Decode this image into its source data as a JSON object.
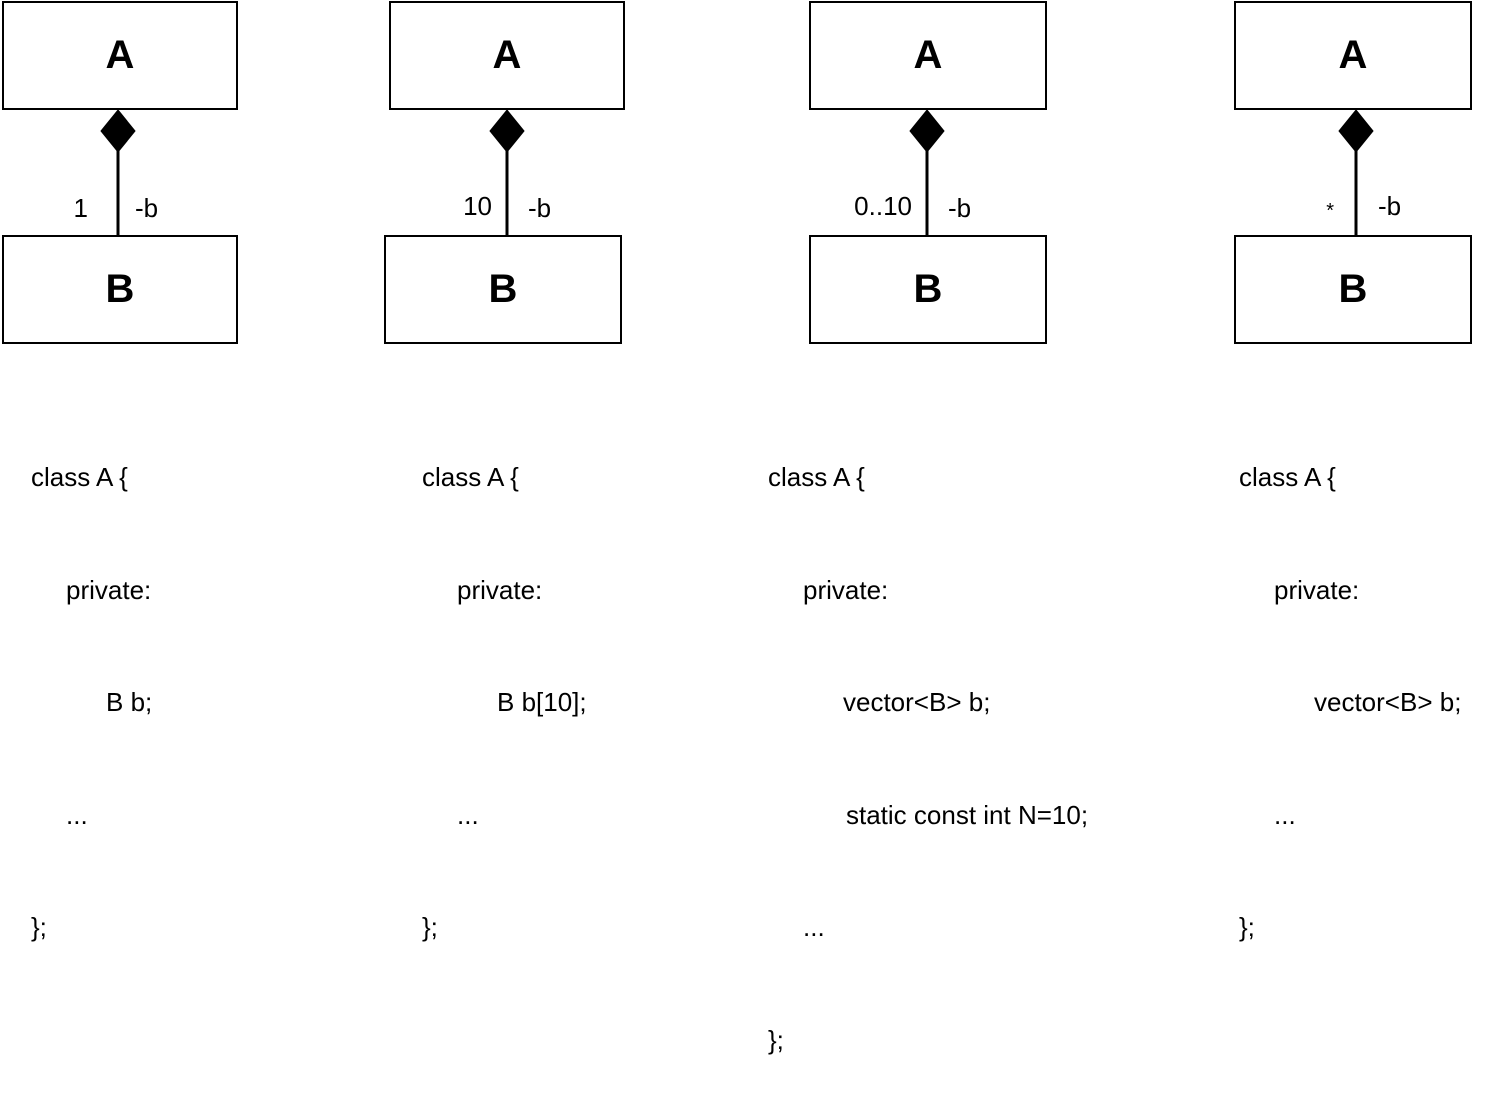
{
  "diagrams": [
    {
      "class_a": "A",
      "class_b": "B",
      "multiplicity": "1",
      "role": "-b",
      "code": [
        "class A {",
        "private:",
        "B b;",
        "...",
        "};"
      ]
    },
    {
      "class_a": "A",
      "class_b": "B",
      "multiplicity": "10",
      "role": "-b",
      "code": [
        "class A {",
        "private:",
        "B b[10];",
        "...",
        "};"
      ]
    },
    {
      "class_a": "A",
      "class_b": "B",
      "multiplicity": "0..10",
      "role": "-b",
      "code": [
        "class A {",
        "private:",
        "vector<B> b;",
        "static const int N=10;",
        "...",
        "};"
      ]
    },
    {
      "class_a": "A",
      "class_b": "B",
      "multiplicity": "*",
      "role": "-b",
      "code": [
        "class A {",
        "private:",
        "vector<B> b;",
        "...",
        "};"
      ]
    }
  ],
  "colors": {
    "stroke": "#000000",
    "background": "#ffffff"
  }
}
